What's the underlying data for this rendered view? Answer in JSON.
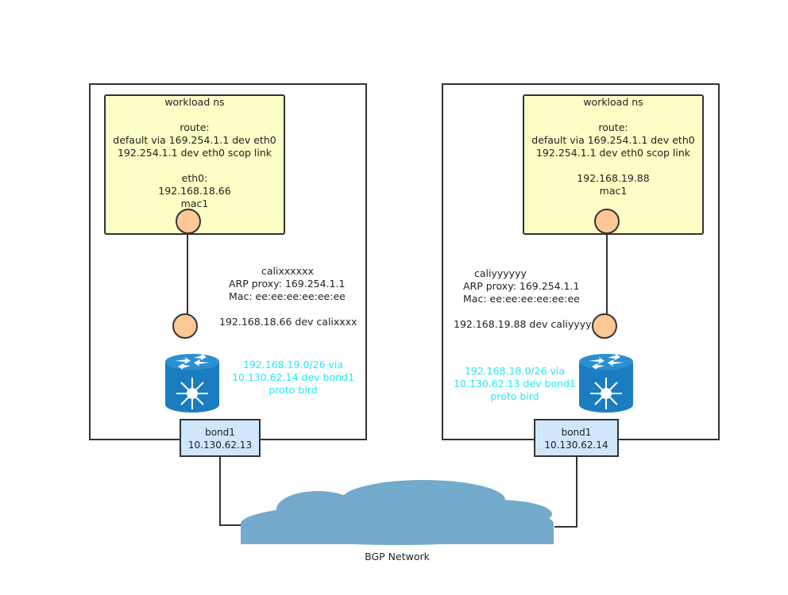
{
  "left_host": {
    "ns_title": "workload ns",
    "ns_route_heading": "route:",
    "ns_route_1": "default via 169.254.1.1 dev eth0",
    "ns_route_2": "192.254.1.1 dev eth0 scop link",
    "ns_eth_label": "eth0:",
    "ns_ip": "192.168.18.66",
    "ns_mac": "mac1",
    "cali_name": "calixxxxxx",
    "cali_arp": "ARP proxy: 169.254.1.1",
    "cali_mac": "Mac: ee:ee:ee:ee:ee:ee",
    "cali_route": "192.168.18.66 dev calixxxx",
    "bgp_route_1": "192.168.19.0/26 via",
    "bgp_route_2": "10.130.62.14 dev bond1",
    "bgp_route_3": "proto bird",
    "bond_name": "bond1",
    "bond_ip": "10.130.62.13"
  },
  "right_host": {
    "ns_title": "workload ns",
    "ns_route_heading": "route:",
    "ns_route_1": "default via 169.254.1.1 dev eth0",
    "ns_route_2": "192.254.1.1 dev eth0 scop link",
    "ns_ip": "192.168.19.88",
    "ns_mac": "mac1",
    "cali_name": "caliyyyyyy",
    "cali_arp": "ARP proxy: 169.254.1.1",
    "cali_mac": "Mac: ee:ee:ee:ee:ee:ee",
    "cali_route": "192.168.19.88 dev caliyyyy",
    "bgp_route_1": "192.168.18.0/26 via",
    "bgp_route_2": "10.130.62.13 dev bond1",
    "bgp_route_3": "proto bird",
    "bond_name": "bond1",
    "bond_ip": "10.130.62.14"
  },
  "network_label": "BGP Network",
  "colors": {
    "ns_fill": "#fdfdc6",
    "veth_fill": "#fdc896",
    "bond_fill": "#cfe6fb",
    "router_fill": "#1b7dc0",
    "cloud_fill": "#74aacb",
    "route_text": "#27e8f5"
  },
  "icons": {
    "router": "router-icon",
    "cloud": "cloud-shape",
    "veth": "interface-circle"
  }
}
